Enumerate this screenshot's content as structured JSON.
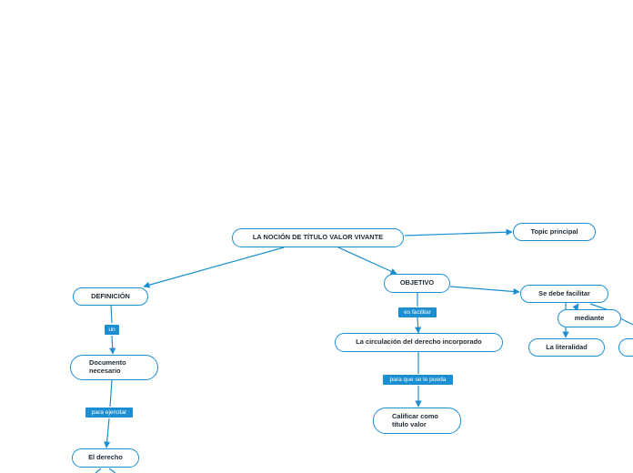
{
  "diagram": {
    "title": "LA NOCIÓN DE TÍTULO VALOR VIVANTE",
    "nodes": {
      "root": "LA NOCIÓN DE TÍTULO VALOR VIVANTE",
      "topic_principal": "Topic principal",
      "definicion": "DEFINICIÓN",
      "objetivo": "OBJETIVO",
      "se_debe_facilitar": "Se debe facilitar",
      "mediante": "mediante",
      "la_literalidad": "La literalidad",
      "documento_necesario": "Documento\nnecesario",
      "circulacion": "La circulación del derecho incorporado",
      "calificar": "Calificar como\ntítulo valor",
      "el_derecho": "El derecho"
    },
    "labels": {
      "un": "un",
      "es_facilitar": "es facilitar",
      "para_ejercitar": "para ejercitar",
      "para_que_se_le_pueda": "para que se le pueda"
    }
  },
  "colors": {
    "accent": "#1b8fd1",
    "text": "#1f2a33",
    "background": "#ffffff"
  }
}
